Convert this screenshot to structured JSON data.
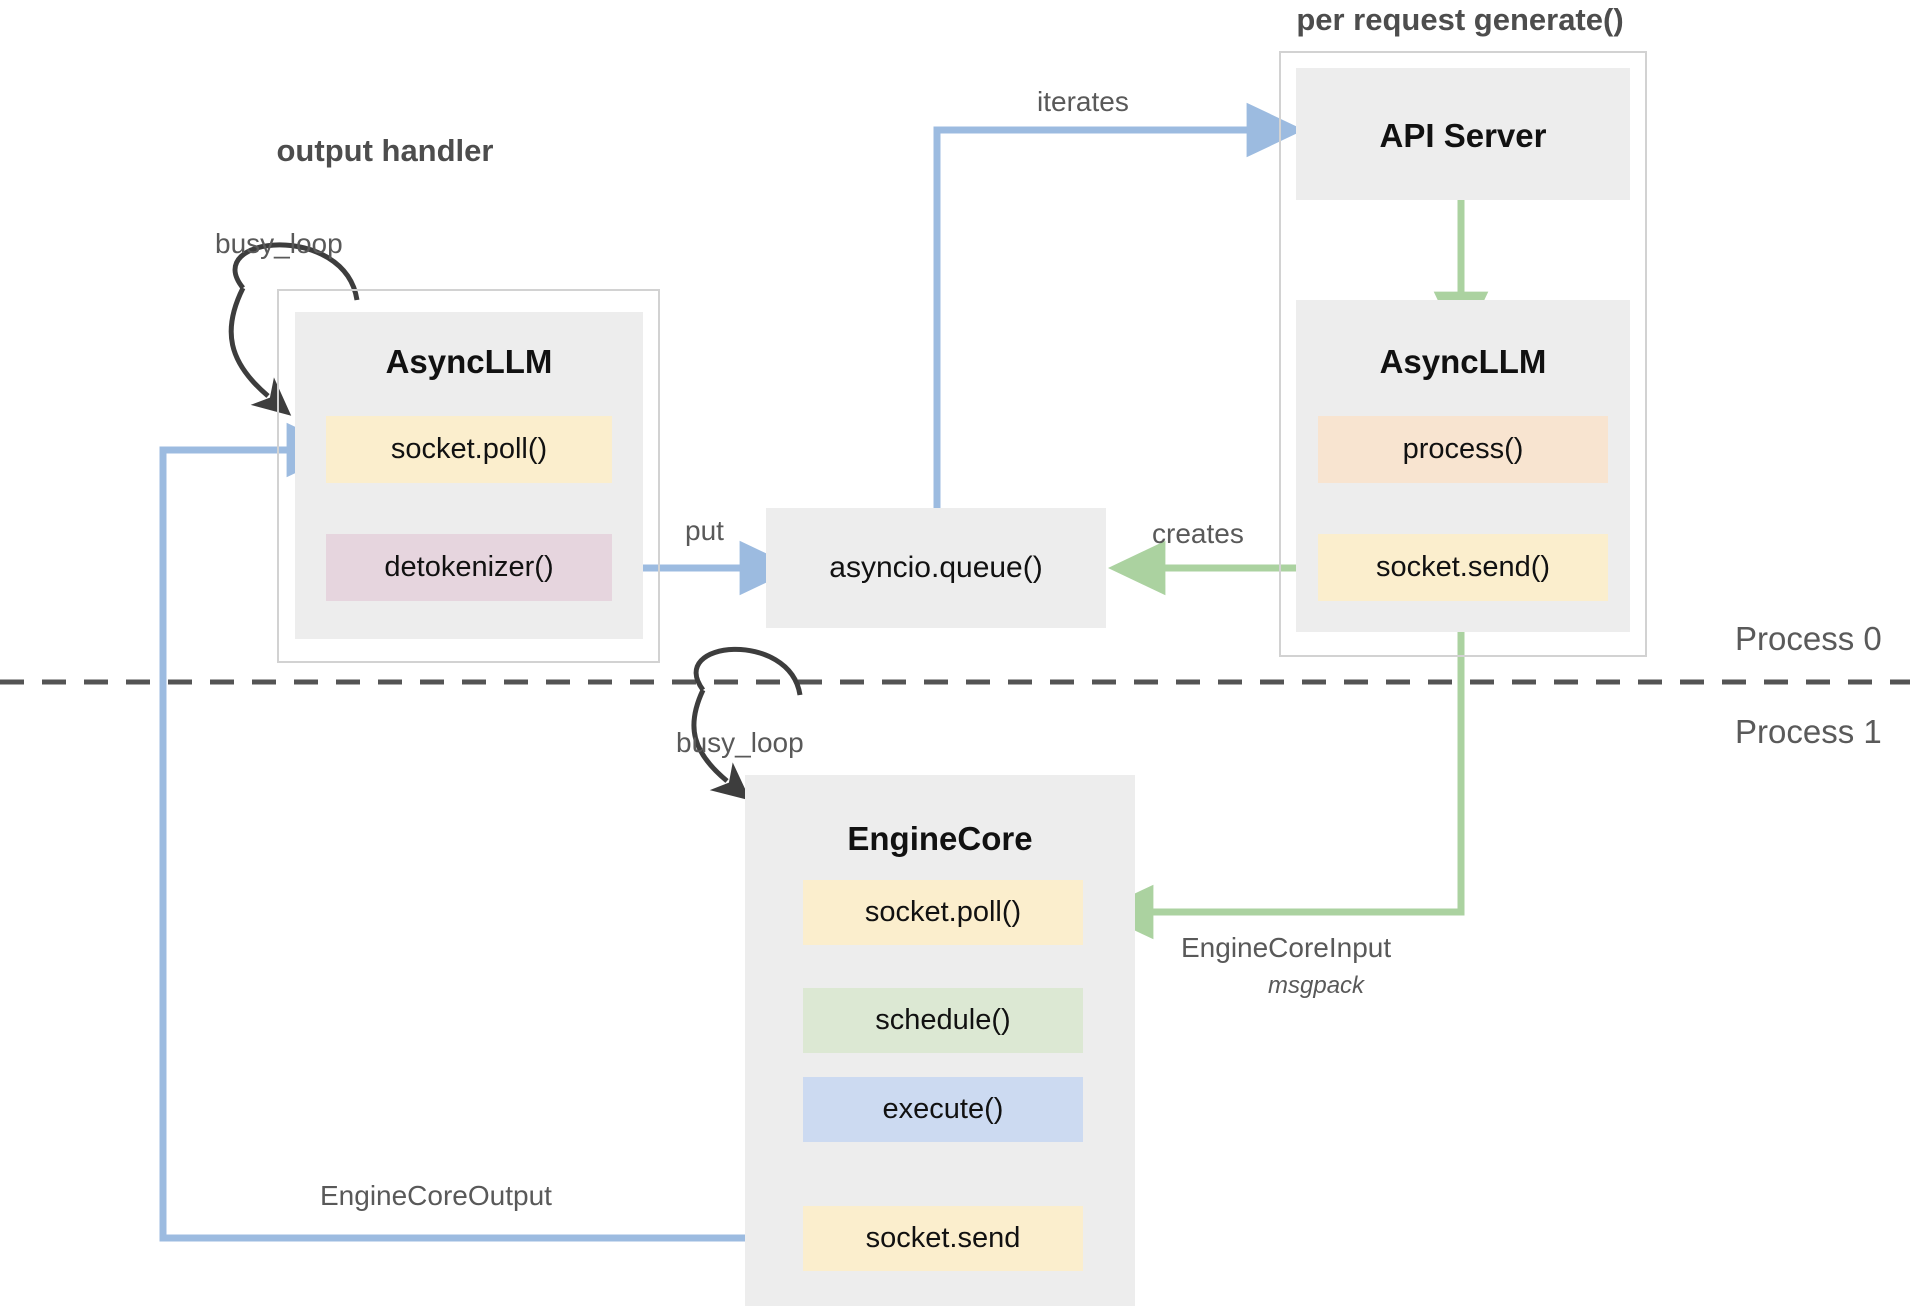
{
  "diagram": {
    "title": "vLLM V1 engine architecture flow",
    "colors": {
      "box_grey": "#ededed",
      "frame_border": "#d2d2d2",
      "yellow": "#fbeecd",
      "pink": "#e6d5de",
      "orange": "#f8e4d0",
      "green": "#dce8d3",
      "blue": "#ccdaf1",
      "arrow_blue": "#9cbbe0",
      "arrow_green": "#abd2a0",
      "arrow_black": "#3d3d3d",
      "divider": "#545454",
      "text_dark": "#111111",
      "text_grey": "#595959"
    },
    "groups": [
      {
        "id": "output-handler",
        "label": "output handler"
      },
      {
        "id": "per-request-generate",
        "label": "per request generate()"
      }
    ],
    "process_labels": [
      {
        "id": "process-0",
        "label": "Process 0"
      },
      {
        "id": "process-1",
        "label": "Process 1"
      }
    ],
    "nodes": {
      "async_llm_left": {
        "title": "AsyncLLM",
        "items": [
          {
            "label": "socket.poll()",
            "color": "yellow"
          },
          {
            "label": "detokenizer()",
            "color": "pink"
          }
        ]
      },
      "api_server": {
        "title": "API Server",
        "items": []
      },
      "async_llm_right": {
        "title": "AsyncLLM",
        "items": [
          {
            "label": "process()",
            "color": "orange"
          },
          {
            "label": "socket.send()",
            "color": "yellow"
          }
        ]
      },
      "asyncio_queue": {
        "title": "asyncio.queue()"
      },
      "engine_core": {
        "title": "EngineCore",
        "items": [
          {
            "label": "socket.poll()",
            "color": "yellow"
          },
          {
            "label": "schedule()",
            "color": "green"
          },
          {
            "label": "execute()",
            "color": "blue"
          },
          {
            "label": "socket.send",
            "color": "yellow"
          }
        ]
      }
    },
    "edges": [
      {
        "id": "busy-loop-left",
        "label": "busy_loop"
      },
      {
        "id": "busy-loop-engine",
        "label": "busy_loop"
      },
      {
        "id": "iterates",
        "label": "iterates"
      },
      {
        "id": "put",
        "label": "put"
      },
      {
        "id": "creates",
        "label": "creates"
      },
      {
        "id": "engine-core-input",
        "label": "EngineCoreInput",
        "sublabel": "msgpack"
      },
      {
        "id": "engine-core-output",
        "label": "EngineCoreOutput"
      }
    ]
  }
}
